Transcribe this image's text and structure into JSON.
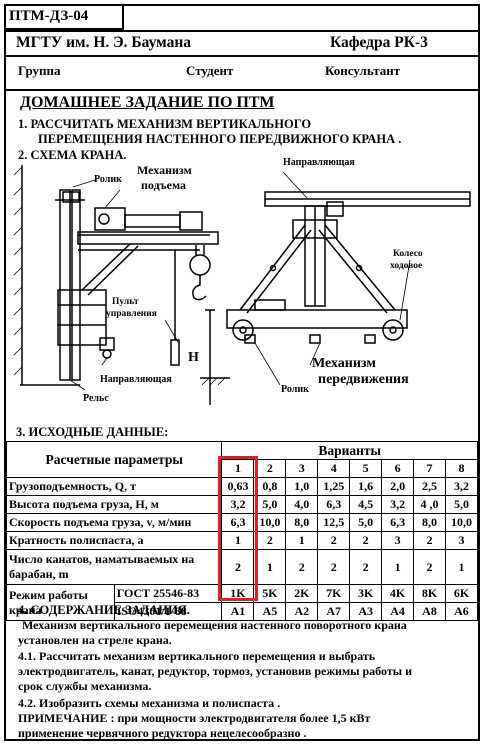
{
  "header": {
    "code": "ПТМ-ДЗ-04",
    "university": "МГТУ им. Н. Э. Баумана",
    "department": "Кафедра РК-3",
    "group_label": "Группа",
    "student_label": "Студент",
    "consultant_label": "Консультант"
  },
  "title": "ДОМАШНЕЕ ЗАДАНИЕ ПО ПТМ",
  "section1": {
    "line1": "1. РАССЧИТАТЬ МЕХАНИЗМ ВЕРТИКАЛЬНОГО",
    "line2": "ПЕРЕМЕЩЕНИЯ НАСТЕННОГО   ПЕРЕДВИЖНОГО КРАНА ."
  },
  "section2": {
    "heading": "2. СХЕМА КРАНА."
  },
  "scheme_labels": {
    "roller_top": "Ролик",
    "lift_mech_1": "Механизм",
    "lift_mech_2": "подъема",
    "guide_right": "Направляющая",
    "remote_1": "Пульт",
    "remote_2": "управления",
    "h_label": "H",
    "guide_left": "Направляющая",
    "rail": "Рельс",
    "wheel_1": "Колесо",
    "wheel_2": "ходовое",
    "travel_mech_1": "Механизм",
    "travel_mech_2": "передвижения",
    "roller_bottom": "Ролик"
  },
  "section3": {
    "heading": "3. ИСХОДНЫЕ ДАННЫЕ:"
  },
  "table": {
    "params_header": "Расчетные параметры",
    "variants_header": "Варианты",
    "variant_numbers": [
      "1",
      "2",
      "3",
      "4",
      "5",
      "6",
      "7",
      "8"
    ],
    "rows": [
      {
        "label": "Грузоподъемность, Q, т",
        "values": [
          "0,63",
          "0,8",
          "1,0",
          "1,25",
          "1,6",
          "2,0",
          "2,5",
          "3,2"
        ]
      },
      {
        "label": "Высота подъема груза, H, м",
        "values": [
          "3,2",
          "5,0",
          "4,0",
          "6,3",
          "4,5",
          "3,2",
          "4 ,0",
          "5,0"
        ]
      },
      {
        "label": "Скорость подъема груза, v, м/мин",
        "values": [
          "6,3",
          "10,0",
          "8,0",
          "12,5",
          "5,0",
          "6,3",
          "8,0",
          "10,0"
        ]
      },
      {
        "label": "Кратность полиспаста, a",
        "values": [
          "1",
          "2",
          "1",
          "2",
          "2",
          "3",
          "2",
          "3"
        ]
      },
      {
        "label1": "Число канатов, наматываемых на",
        "label2": "барабан, m",
        "values": [
          "2",
          "1",
          "2",
          "2",
          "2",
          "1",
          "2",
          "1"
        ]
      }
    ],
    "mode_label1": "Режим работы",
    "mode_label2": "крана",
    "gost": "ГОСТ 25546-83",
    "iso": "ISO4301/1-88",
    "gost_values": [
      "1K",
      "5K",
      "2K",
      "7K",
      "3K",
      "4K",
      "8K",
      "6K"
    ],
    "iso_values": [
      "A1",
      "A5",
      "A2",
      "A7",
      "A3",
      "A4",
      "A8",
      "A6"
    ]
  },
  "section4": {
    "heading": "4. СОДЕРЖАНИЕ ЗАДАНИЯ.",
    "p1a": "Механизм вертикального перемещения  настенного поворотного крана",
    "p1b": "установлен на стреле крана.",
    "p2a": "4.1. Рассчитать механизм вертикального перемещения и выбрать",
    "p2b": "электродвигатель, канат, редуктор, тормоз, установив режимы работы и",
    "p2c": "срок службы механизма.",
    "p3": "4.2. Изобразить схемы механизма и полиспаста .",
    "note_a": "ПРИМЕЧАНИЕ :   при мощности электродвигателя более  1,5 кВт",
    "note_b": "применение червячного редуктора нецелесообразно ."
  },
  "highlight_color": "#e02020"
}
